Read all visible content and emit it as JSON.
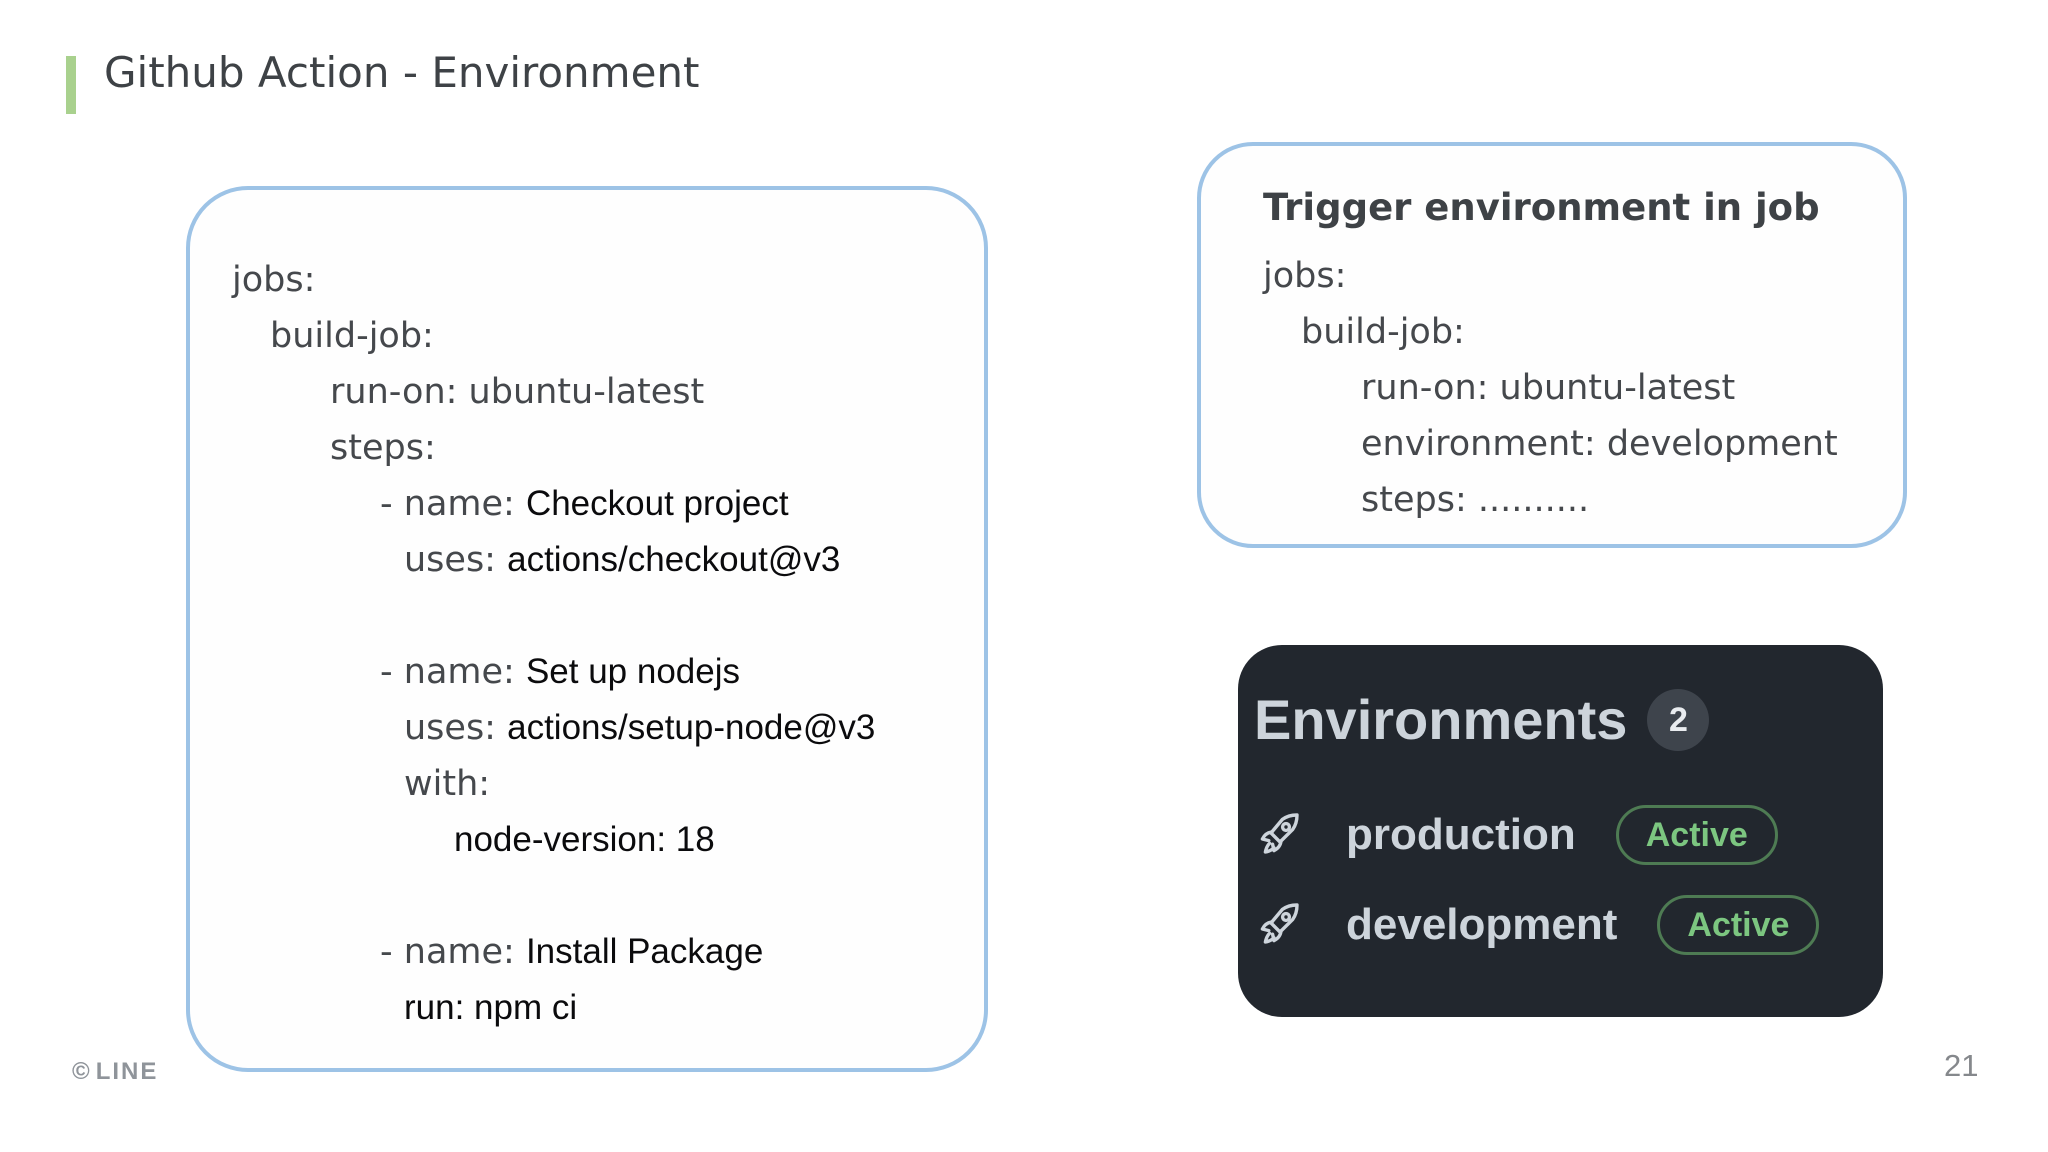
{
  "title": "Github Action - Environment",
  "footer": {
    "copyright": "©",
    "logo": "LINE",
    "page_number": "21"
  },
  "colors": {
    "blue": "#9DC3E6",
    "green": "#A9D18E",
    "titletext": "#3E4246",
    "key": "#45484C",
    "val": "#0B0B0D",
    "panelbg": "#22272E",
    "paneltext": "#CDD4DB",
    "badgebg": "#3E444C",
    "badgetext": "#E9ECEF",
    "activetext": "#7CC680",
    "activeborder": "#4E7B53",
    "muted": "#8F949A",
    "muted2": "#85888C"
  },
  "left_box": {
    "lines": [
      {
        "indent": 0,
        "key": "jobs:",
        "value": ""
      },
      {
        "indent": 1,
        "key": "build-job:",
        "value": ""
      },
      {
        "indent": 2,
        "key": "run-on: ubuntu-latest",
        "value": ""
      },
      {
        "indent": 2,
        "key": "steps:",
        "value": ""
      },
      {
        "indent": 3,
        "key": "- name: ",
        "value": "Checkout project"
      },
      {
        "indent": 4,
        "key": "uses: ",
        "value": "actions/checkout@v3"
      },
      {
        "blank": true,
        "key": "",
        "value": ""
      },
      {
        "indent": 3,
        "key": "- name: ",
        "value": "Set up nodejs"
      },
      {
        "indent": 4,
        "key": "uses: ",
        "value": "actions/setup-node@v3"
      },
      {
        "indent": 4,
        "key": "with:",
        "value": ""
      },
      {
        "indent": 5,
        "key": "",
        "value": "node-version: 18"
      },
      {
        "blank": true,
        "key": "",
        "value": ""
      },
      {
        "indent": 3,
        "key": "- name: ",
        "value": "Install Package"
      },
      {
        "indent": 4,
        "key": "",
        "value": "run: npm ci"
      }
    ]
  },
  "right_box": {
    "title": "Trigger environment in job",
    "lines": [
      {
        "indent": 0,
        "key": "jobs:",
        "value": ""
      },
      {
        "indent": 1,
        "key": "build-job:",
        "value": ""
      },
      {
        "indent": 2,
        "key": "run-on: ubuntu-latest",
        "value": ""
      },
      {
        "indent": 2,
        "key": "environment: development",
        "value": ""
      },
      {
        "indent": 2,
        "key": "steps: ..........",
        "value": ""
      }
    ]
  },
  "env_panel": {
    "title": "Environments",
    "count": "2",
    "rows": [
      {
        "icon": "rocket",
        "name": "production",
        "status": "Active"
      },
      {
        "icon": "rocket",
        "name": "development",
        "status": "Active"
      }
    ]
  }
}
